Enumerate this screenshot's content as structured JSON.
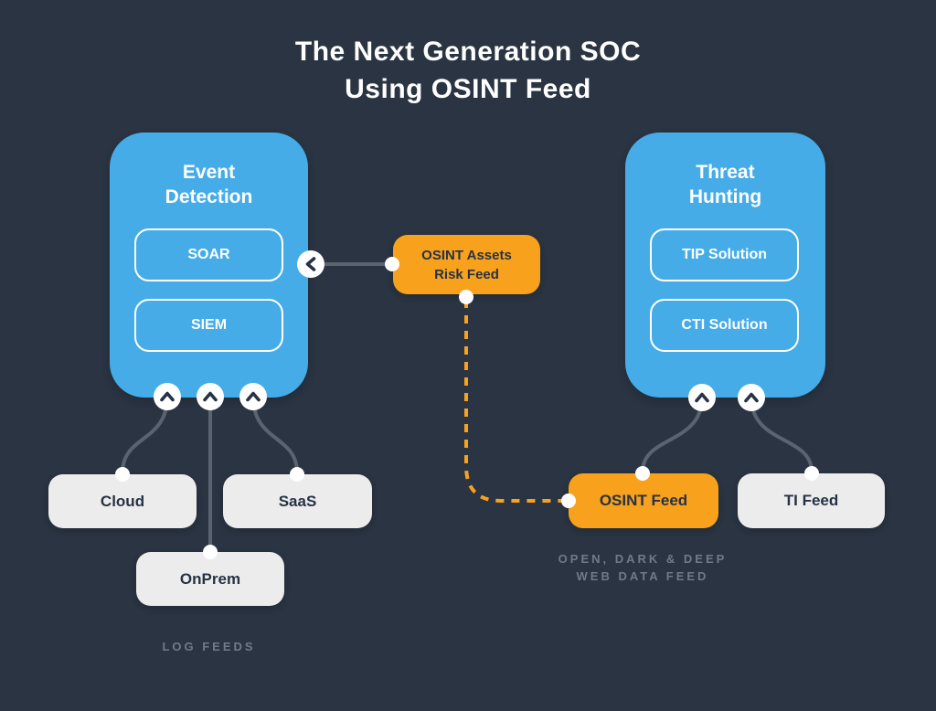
{
  "title": {
    "line1": "The Next Generation SOC",
    "line2": "Using OSINT Feed"
  },
  "event_detection": {
    "title_line1": "Event",
    "title_line2": "Detection",
    "items": [
      {
        "label": "SOAR"
      },
      {
        "label": "SIEM"
      }
    ]
  },
  "threat_hunting": {
    "title_line1": "Threat",
    "title_line2": "Hunting",
    "items": [
      {
        "label": "TIP Solution"
      },
      {
        "label": "CTI Solution"
      }
    ]
  },
  "osint_assets": {
    "line1": "OSINT Assets",
    "line2": "Risk Feed"
  },
  "feeds": {
    "cloud": "Cloud",
    "saas": "SaaS",
    "onprem": "OnPrem",
    "osint": "OSINT Feed",
    "ti": "TI Feed"
  },
  "captions": {
    "log_feeds": "LOG FEEDS",
    "web_data_line1": "OPEN, DARK & DEEP",
    "web_data_line2": "WEB DATA FEED"
  },
  "colors": {
    "background": "#2A3442",
    "blue": "#45ACE8",
    "orange": "#F8A11D",
    "light_box": "#ECECEC",
    "connector": "#5A6370",
    "muted_text": "#707B8A",
    "dark_text": "#263245",
    "white": "#FFFFFF"
  },
  "icons": {
    "chevron_up": "chevron-up-icon",
    "chevron_left": "chevron-left-icon",
    "connector_dot": "connector-dot"
  },
  "connections": [
    {
      "from": "OSINT Assets Risk Feed",
      "to": "Event Detection / SOAR",
      "style": "solid"
    },
    {
      "from": "Cloud",
      "to": "Event Detection",
      "style": "solid"
    },
    {
      "from": "OnPrem",
      "to": "Event Detection",
      "style": "solid"
    },
    {
      "from": "SaaS",
      "to": "Event Detection",
      "style": "solid"
    },
    {
      "from": "OSINT Feed",
      "to": "Threat Hunting",
      "style": "solid"
    },
    {
      "from": "TI Feed",
      "to": "Threat Hunting",
      "style": "solid"
    },
    {
      "from": "OSINT Assets Risk Feed",
      "to": "OSINT Feed",
      "style": "dashed"
    }
  ]
}
